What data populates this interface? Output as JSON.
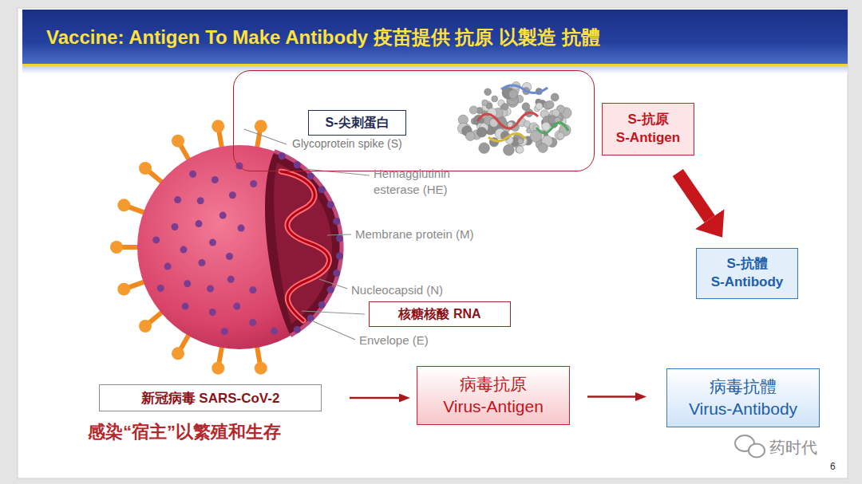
{
  "diagram": {
    "title": "Vaccine: Antigen To Make Antibody 疫苗提供 抗原 以製造 抗體",
    "nodes": [
      {
        "text": [
          "Glycoprotein spike (S)"
        ]
      },
      {
        "text": [
          "S-尖刺蛋白"
        ],
        "in": 0
      },
      {
        "text": [
          "S-抗原",
          "S-Antigen"
        ]
      },
      {
        "text": [
          "S-抗體",
          "S-Antibody"
        ]
      },
      {
        "text": [
          "核糖核酸 RNA"
        ]
      },
      {
        "text": [
          "新冠病毒 SARS-CoV-2"
        ]
      },
      {
        "text": [
          "病毒抗原",
          "Virus-Antigen"
        ]
      },
      {
        "text": [
          "病毒抗體",
          "Virus-Antibody"
        ]
      }
    ],
    "edges": [
      {
        "from": 2,
        "to": 3,
        "arrow": "to"
      },
      {
        "from": 5,
        "to": 6,
        "arrow": "to"
      },
      {
        "from": 6,
        "to": 7,
        "arrow": "to"
      }
    ],
    "labels": [
      "Hemagglutinin esterase (HE)",
      "Membrane protein (M)",
      "Nucleocapsid (N)",
      "Envelope (E)",
      "感染“宿主”以繁殖和生存",
      "6",
      "药时代"
    ]
  }
}
